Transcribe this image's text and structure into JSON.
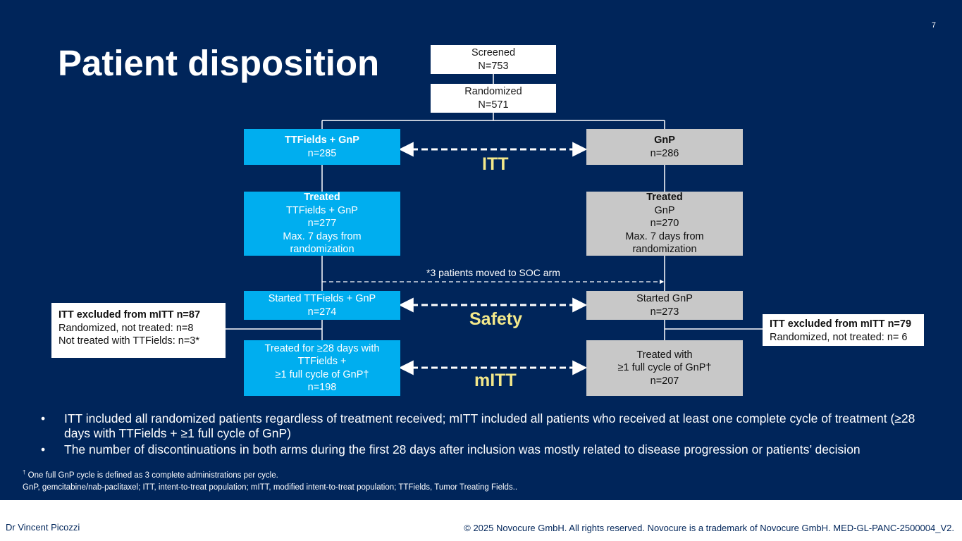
{
  "page": {
    "number": "7",
    "title": "Patient disposition"
  },
  "flow": {
    "screened": {
      "label": "Screened",
      "n": "N=753"
    },
    "randomized": {
      "label": "Randomized",
      "n": "N=571"
    },
    "arm_ttf": {
      "label": "TTFields + GnP",
      "n": "n=285"
    },
    "arm_gnp": {
      "label": "GnP",
      "n": "n=286"
    },
    "treated_ttf": {
      "label": "Treated",
      "lines": [
        "TTFields + GnP",
        "n=277",
        "Max. 7 days from",
        "randomization"
      ]
    },
    "treated_gnp": {
      "label": "Treated",
      "lines": [
        "GnP",
        "n=270",
        "Max. 7 days from",
        "randomization"
      ]
    },
    "started_ttf": {
      "label": "Started TTFields + GnP",
      "n": "n=274"
    },
    "started_gnp": {
      "label": "Started GnP",
      "n": "n=273"
    },
    "mitt_ttf": {
      "lines": [
        "Treated for ≥28 days with",
        "TTFields +",
        "≥1 full cycle of GnP†",
        "n=198"
      ]
    },
    "mitt_gnp": {
      "lines": [
        "Treated with",
        "≥1 full cycle of GnP†",
        "n=207"
      ]
    },
    "soc_note": "*3 patients moved to SOC arm",
    "labels": {
      "itt": "ITT",
      "safety": "Safety",
      "mitt": "mITT"
    },
    "excluded_left": {
      "title": "ITT excluded from mITT n=87",
      "lines": [
        "Randomized, not treated: n=8",
        "Not treated with TTFields: n=3*"
      ]
    },
    "excluded_right": {
      "title": "ITT excluded from mITT n=79",
      "lines": [
        "Randomized, not treated: n= 6"
      ]
    }
  },
  "bullets": [
    "ITT included all randomized patients regardless of treatment received; mITT included all patients who received at least one complete cycle of treatment (≥28 days with TTFields + ≥1 full cycle of GnP)",
    "The number of discontinuations in both arms during the first 28 days after inclusion was mostly related to disease progression or patients’ decision"
  ],
  "bullet_symbol": "•",
  "footnotes": {
    "dagger": "†",
    "cycle_def": " One full GnP cycle is defined as 3 complete administrations per cycle.",
    "abbrev": "GnP, gemcitabine/nab-paclitaxel; ITT, intent-to-treat population; mITT, modified intent-to-treat population; TTFields, Tumor Treating Fields.."
  },
  "footer": {
    "author": "Dr Vincent Picozzi",
    "copyright": "© 2025 Novocure GmbH. All rights reserved. Novocure is a trademark of Novocure GmbH. MED-GL-PANC-2500004_V2."
  },
  "colors": {
    "background": "#00255a",
    "ttf_arm": "#00aeef",
    "gnp_arm": "#c8c8c8",
    "population_label": "#f3e88a"
  }
}
